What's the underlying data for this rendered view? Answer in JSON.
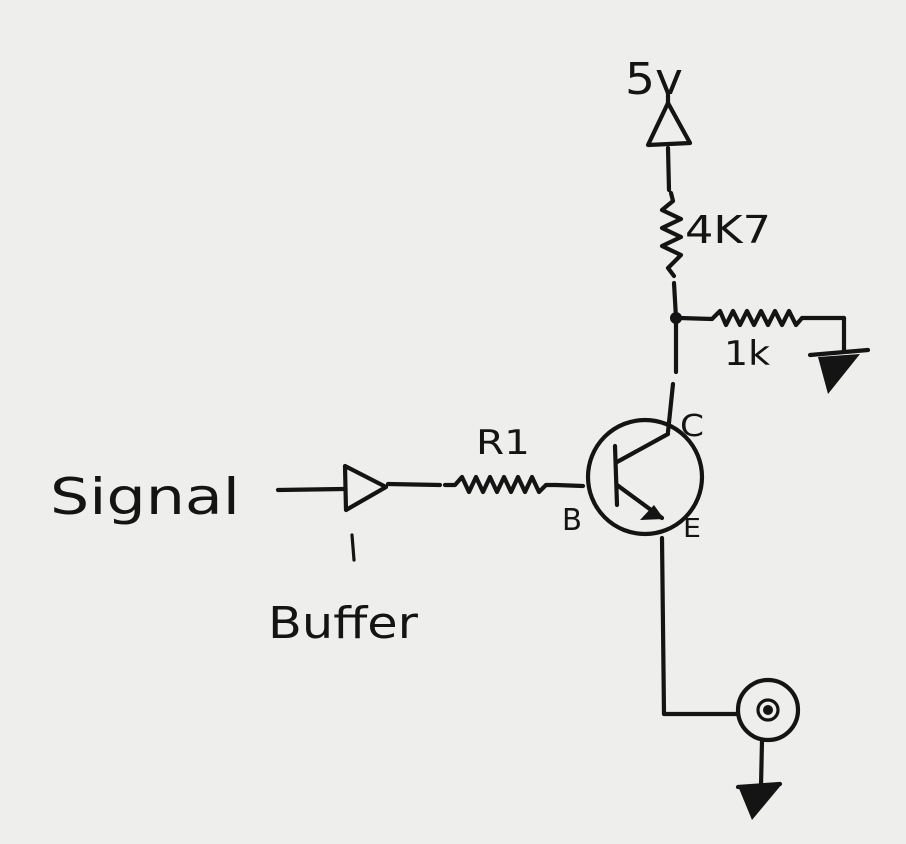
{
  "labels": {
    "signal": "Signal",
    "buffer": "Buffer",
    "r1": "R1",
    "supply": "5v",
    "pullup": "4K7",
    "load": "1k",
    "base": "B",
    "collector": "C",
    "emitter": "E"
  },
  "colors": {
    "ink": "#141414",
    "paper": "#eeeeec"
  }
}
